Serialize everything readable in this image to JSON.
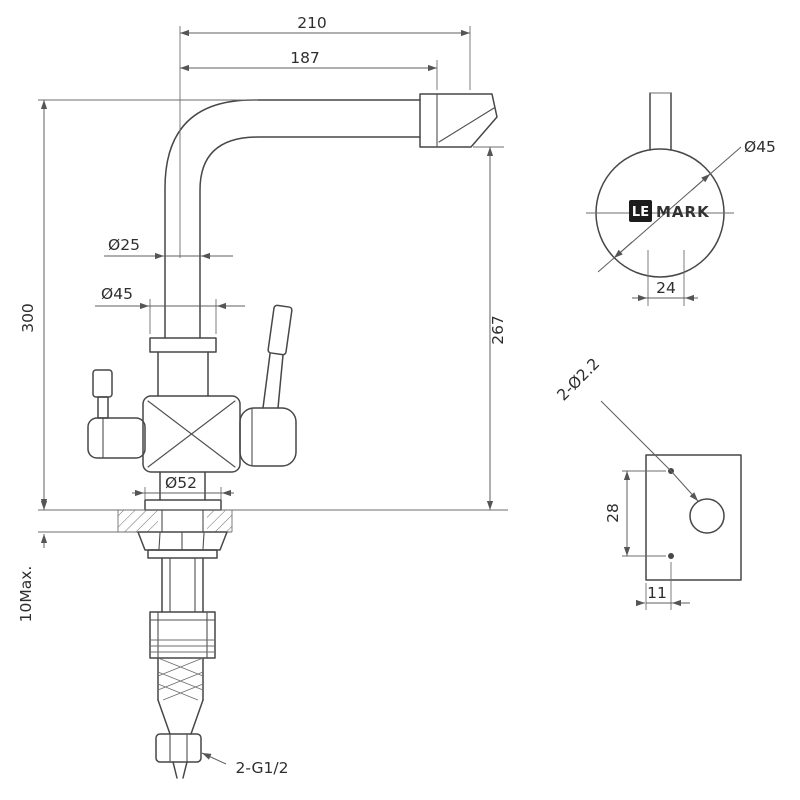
{
  "drawing": {
    "side_view": {
      "dim_width_total": "210",
      "dim_width_spout": "187",
      "dim_height_total": "300",
      "dim_height_spout": "267",
      "dia_pipe": "Ø25",
      "dia_collar": "Ø45",
      "dia_base": "Ø52",
      "dim_counter_max": "10Max.",
      "thread_label": "2-G1/2"
    },
    "top_view": {
      "dia_body": "Ø45",
      "dim_flats": "24",
      "logo_le": "LE",
      "logo_mark": "MARK"
    },
    "plate_view": {
      "holes_label": "2-Ø2.2",
      "dim_hole_spacing": "28",
      "dim_hole_offset": "11"
    }
  }
}
